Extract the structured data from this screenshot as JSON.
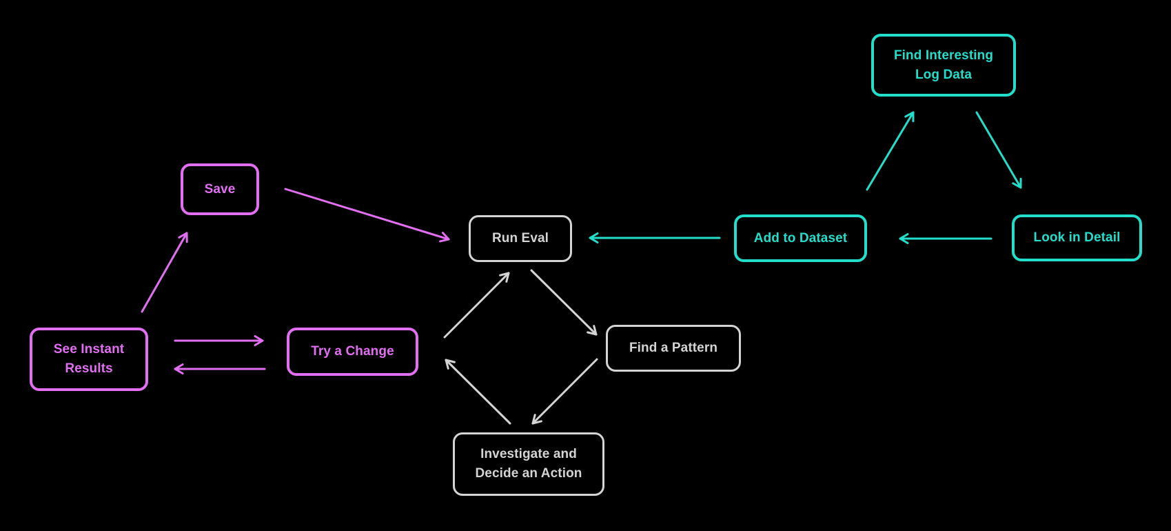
{
  "colors": {
    "background": "#000000",
    "magenta": "#e26ff2",
    "cyan": "#22dfcb",
    "gray": "#d4d4d4"
  },
  "diagram": {
    "nodes": {
      "save": {
        "line1": "Save",
        "color": "magenta"
      },
      "see_instant_results": {
        "line1": "See Instant",
        "line2": "Results",
        "color": "magenta"
      },
      "try_a_change": {
        "line1": "Try a Change",
        "color": "magenta"
      },
      "run_eval": {
        "line1": "Run Eval",
        "color": "gray"
      },
      "find_a_pattern": {
        "line1": "Find a Pattern",
        "color": "gray"
      },
      "investigate_and_decide": {
        "line1": "Investigate and",
        "line2": "Decide an Action",
        "color": "gray"
      },
      "find_interesting_log_data": {
        "line1": "Find Interesting",
        "line2": "Log Data",
        "color": "cyan"
      },
      "add_to_dataset": {
        "line1": "Add to Dataset",
        "color": "cyan"
      },
      "look_in_detail": {
        "line1": "Look in Detail",
        "color": "cyan"
      }
    },
    "edges": [
      {
        "from": "see_instant_results",
        "to": "save",
        "color": "magenta"
      },
      {
        "from": "save",
        "to": "run_eval",
        "color": "magenta"
      },
      {
        "from": "see_instant_results",
        "to": "try_a_change",
        "color": "magenta"
      },
      {
        "from": "try_a_change",
        "to": "see_instant_results",
        "color": "magenta"
      },
      {
        "from": "add_to_dataset",
        "to": "find_interesting_log_data",
        "color": "cyan"
      },
      {
        "from": "find_interesting_log_data",
        "to": "look_in_detail",
        "color": "cyan"
      },
      {
        "from": "look_in_detail",
        "to": "add_to_dataset",
        "color": "cyan"
      },
      {
        "from": "add_to_dataset",
        "to": "run_eval",
        "color": "cyan"
      },
      {
        "from": "try_a_change",
        "to": "run_eval",
        "color": "gray"
      },
      {
        "from": "run_eval",
        "to": "find_a_pattern",
        "color": "gray"
      },
      {
        "from": "find_a_pattern",
        "to": "investigate_and_decide",
        "color": "gray"
      },
      {
        "from": "investigate_and_decide",
        "to": "try_a_change",
        "color": "gray"
      }
    ]
  }
}
